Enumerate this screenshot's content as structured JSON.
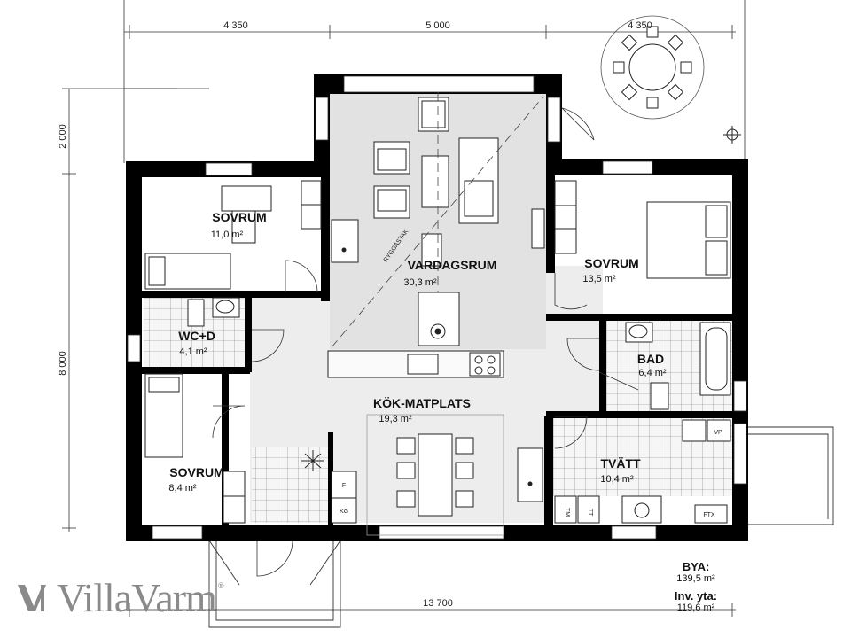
{
  "rooms": {
    "sovrum_nw": {
      "name": "SOVRUM",
      "area": "11,0 m²"
    },
    "vardagsrum": {
      "name": "VARDAGSRUM",
      "area": "30,3 m²"
    },
    "sovrum_ne": {
      "name": "SOVRUM",
      "area": "13,5 m²"
    },
    "wcd": {
      "name": "WC+D",
      "area": "4,1 m²"
    },
    "bad": {
      "name": "BAD",
      "area": "6,4 m²"
    },
    "kok": {
      "name": "KÖK-MATPLATS",
      "area": "19,3 m²"
    },
    "sovrum_sw": {
      "name": "SOVRUM",
      "area": "8,4 m²"
    },
    "tvatt": {
      "name": "TVÄTT",
      "area": "10,4 m²"
    }
  },
  "annotations": {
    "ryggastak": "RYGGÅSTAK",
    "vp": "VP",
    "ftx": "FTX",
    "tm": "TM",
    "tt": "TT",
    "f": "F",
    "kg": "KG"
  },
  "dimensions": {
    "top": [
      "4 350",
      "5 000",
      "4 350"
    ],
    "left": [
      "2 000",
      "8 000"
    ],
    "bottom": "13 700"
  },
  "stats": {
    "bya_label": "BYA:",
    "bya_value": "139,5 m²",
    "inv_label": "Inv. yta:",
    "inv_value": "119,6 m²"
  },
  "logo": {
    "text": "VillaVarm",
    "reg": "®"
  },
  "colors": {
    "wall": "#000000",
    "living_floor": "#e3e3e3",
    "grid_floor": "#f4f4f4",
    "logo": "#8a8a8a"
  },
  "icons": [
    "compass-icon",
    "logo-mark-icon"
  ]
}
